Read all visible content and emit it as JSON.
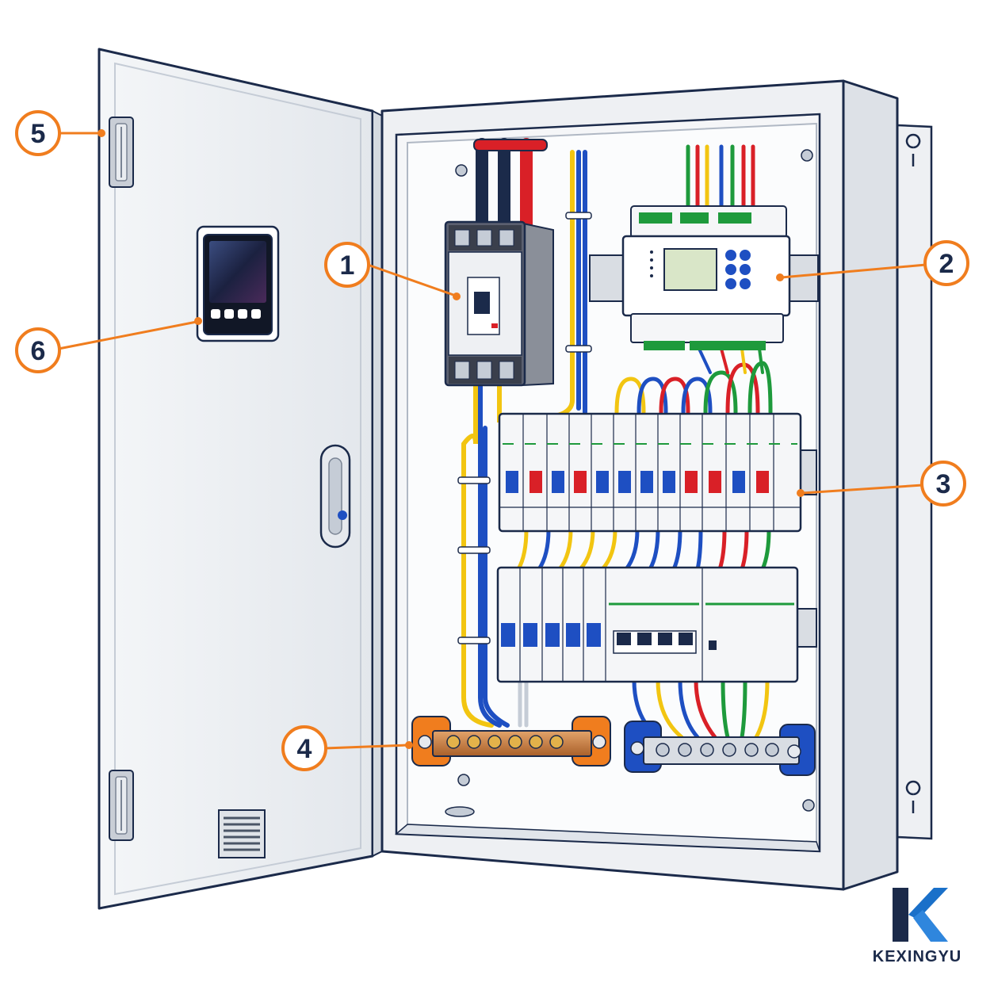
{
  "callouts": [
    {
      "id": 1,
      "label": "1"
    },
    {
      "id": 2,
      "label": "2"
    },
    {
      "id": 3,
      "label": "3"
    },
    {
      "id": 4,
      "label": "4"
    },
    {
      "id": 5,
      "label": "5"
    },
    {
      "id": 6,
      "label": "6"
    }
  ],
  "brand": {
    "name": "KEXINGYU"
  },
  "colors": {
    "callout_border": "#f07d1e",
    "outline": "#1b2a4a",
    "cabinet": "#eef0f3",
    "wire_red": "#d92027",
    "wire_yellow": "#f2c511",
    "wire_blue": "#1e4fc2",
    "wire_green": "#1e9a3c",
    "logo_blue": "#1a70c9",
    "copper": "#c77a3a"
  }
}
